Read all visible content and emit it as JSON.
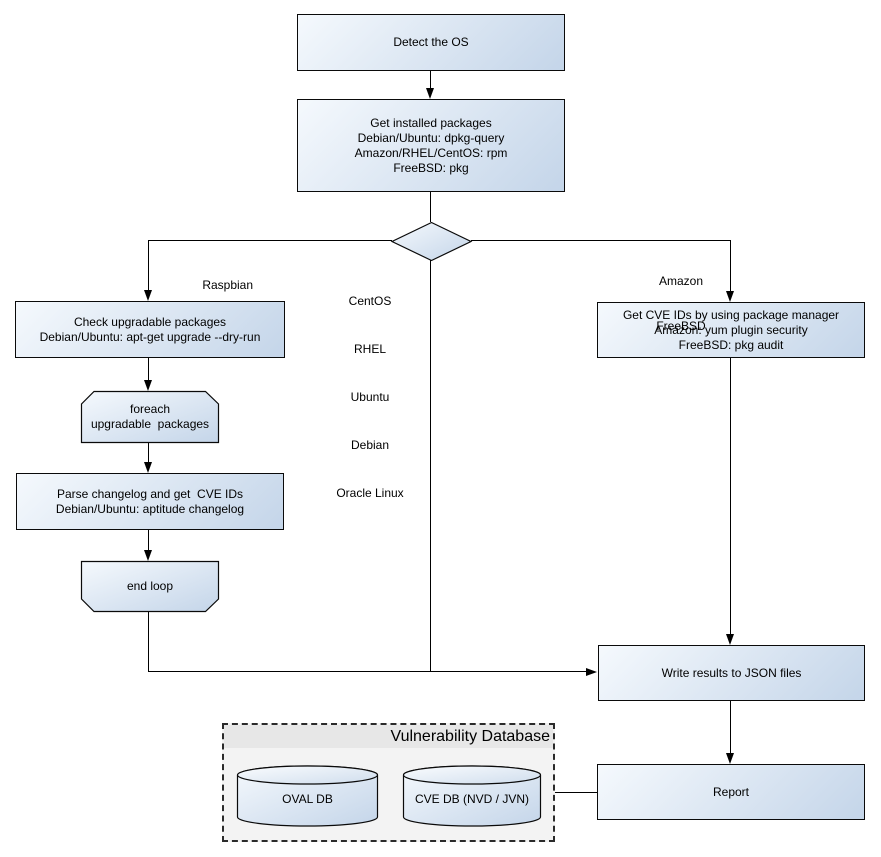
{
  "diagram": {
    "nodes": {
      "detect_os": {
        "label": "Detect the OS"
      },
      "get_installed": {
        "lines": [
          "Get installed packages",
          "Debian/Ubuntu: dpkg-query",
          "Amazon/RHEL/CentOS: rpm",
          "FreeBSD: pkg"
        ]
      },
      "check_upgradable": {
        "lines": [
          "Check upgradable packages",
          "Debian/Ubuntu: apt-get upgrade --dry-run"
        ]
      },
      "foreach_loop": {
        "lines": [
          "foreach",
          "upgradable  packages"
        ]
      },
      "parse_changelog": {
        "lines": [
          "Parse changelog and get  CVE IDs",
          "Debian/Ubuntu: aptitude changelog"
        ]
      },
      "end_loop": {
        "label": "end loop"
      },
      "get_cve_ids": {
        "lines": [
          "Get CVE IDs by using package manager",
          "Amazon: yum plugin security",
          "FreeBSD: pkg audit"
        ]
      },
      "write_json": {
        "label": "Write results to JSON files"
      },
      "report": {
        "label": "Report"
      }
    },
    "edge_labels": {
      "raspbian": "Raspbian",
      "middle_os": [
        "CentOS",
        "RHEL",
        "Ubuntu",
        "Debian",
        "Oracle Linux"
      ],
      "right_os": [
        "Amazon",
        "FreeBSD"
      ]
    },
    "database": {
      "title": "Vulnerability Database",
      "cylinders": [
        "OVAL DB",
        "CVE DB (NVD / JVN)"
      ]
    },
    "colors": {
      "node_fill_start": "#f5f9fd",
      "node_fill_end": "#c4d5e9",
      "node_border": "#0a0a0a",
      "line": "#000000",
      "container_body": "#f3f3f3",
      "container_header": "#e7e7e7",
      "container_border": "#2b2b2b"
    }
  }
}
